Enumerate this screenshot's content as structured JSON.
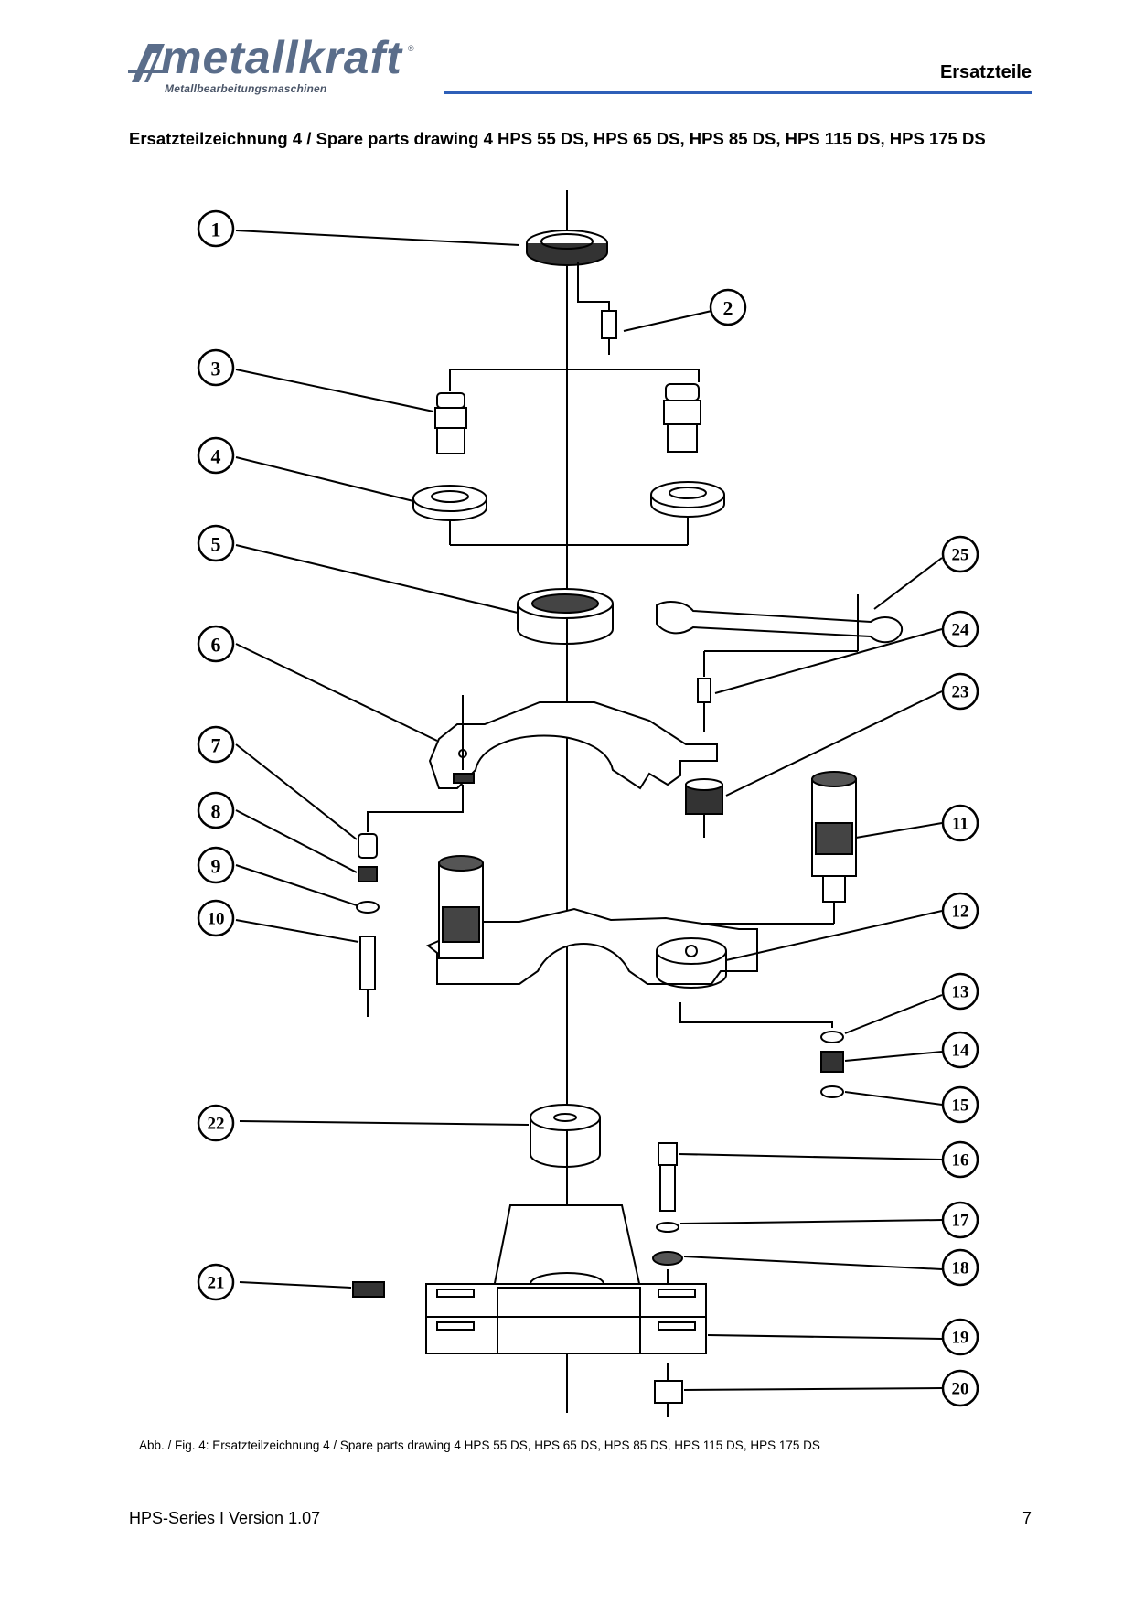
{
  "header": {
    "logo_text": "metallkraft",
    "logo_subtitle": "Metallbearbeitungsmaschinen",
    "section": "Ersatzteile",
    "accent_color": "#2e5fb8"
  },
  "document": {
    "title": "Ersatzteilzeichnung 4 / Spare parts drawing 4 HPS 55 DS, HPS 65 DS, HPS 85 DS, HPS 115 DS, HPS 175 DS",
    "caption": "Abb. / Fig. 4: Ersatzteilzeichnung 4 / Spare parts drawing 4 HPS 55 DS, HPS 65 DS, HPS 85 DS, HPS 115 DS, HPS 175 DS"
  },
  "callouts": [
    "1",
    "2",
    "3",
    "4",
    "5",
    "6",
    "7",
    "8",
    "9",
    "10",
    "11",
    "12",
    "13",
    "14",
    "15",
    "16",
    "17",
    "18",
    "19",
    "20",
    "21",
    "22",
    "23",
    "24",
    "25"
  ],
  "footer": {
    "left": "HPS-Series I Version 1.07",
    "page": "7"
  }
}
